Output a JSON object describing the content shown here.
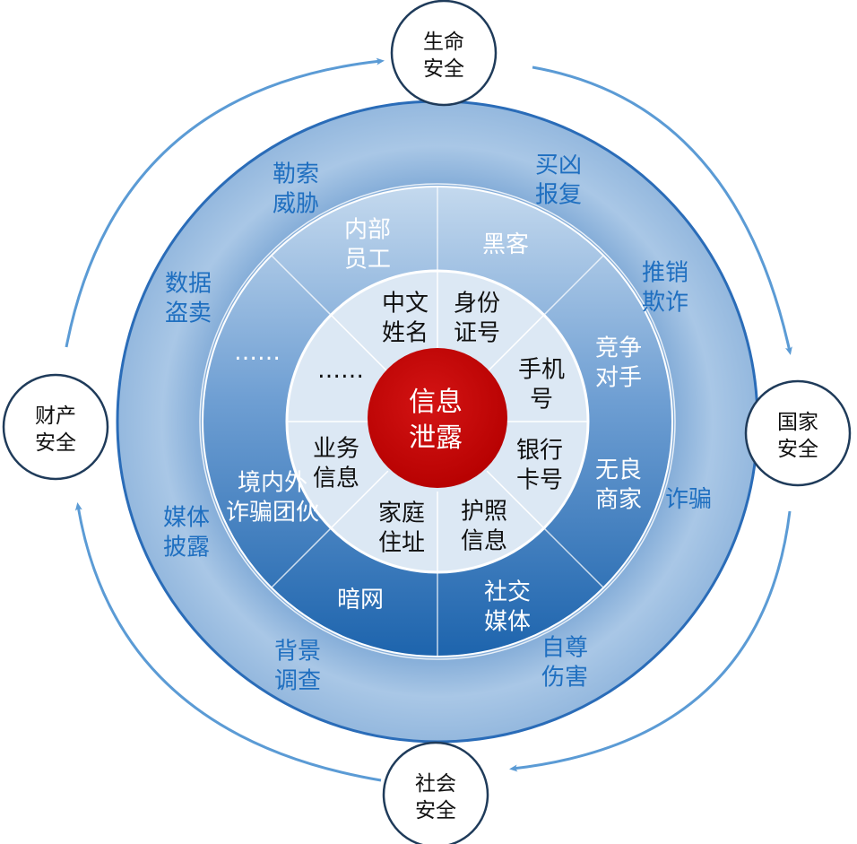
{
  "center": {
    "line1": "信息",
    "line2": "泄露"
  },
  "ring1": [
    {
      "line1": "中文",
      "line2": "姓名"
    },
    {
      "line1": "身份",
      "line2": "证号"
    },
    {
      "line1": "手机",
      "line2": "号"
    },
    {
      "line1": "银行",
      "line2": "卡号"
    },
    {
      "line1": "护照",
      "line2": "信息"
    },
    {
      "line1": "家庭",
      "line2": "住址"
    },
    {
      "line1": "业务",
      "line2": "信息"
    },
    {
      "line1": "……",
      "line2": ""
    }
  ],
  "ring2": [
    {
      "line1": "内部",
      "line2": "员工"
    },
    {
      "line1": "黑客",
      "line2": ""
    },
    {
      "line1": "竞争",
      "line2": "对手"
    },
    {
      "line1": "无良",
      "line2": "商家"
    },
    {
      "line1": "社交",
      "line2": "媒体"
    },
    {
      "line1": "暗网",
      "line2": ""
    },
    {
      "line1": "境内外",
      "line2": "诈骗团伙"
    },
    {
      "line1": "……",
      "line2": ""
    }
  ],
  "ring3": [
    {
      "line1": "勒索",
      "line2": "威胁"
    },
    {
      "line1": "买凶",
      "line2": "报复"
    },
    {
      "line1": "推销",
      "line2": "欺诈"
    },
    {
      "line1": "诈骗",
      "line2": ""
    },
    {
      "line1": "自尊",
      "line2": "伤害"
    },
    {
      "line1": "背景",
      "line2": "调查"
    },
    {
      "line1": "媒体",
      "line2": "披露"
    },
    {
      "line1": "数据",
      "line2": "盗卖"
    }
  ],
  "outer": [
    {
      "line1": "生命",
      "line2": "安全"
    },
    {
      "line1": "国家",
      "line2": "安全"
    },
    {
      "line1": "社会",
      "line2": "安全"
    },
    {
      "line1": "财产",
      "line2": "安全"
    }
  ],
  "colors": {
    "center": "#c00000",
    "ring1": "#dce8f4",
    "outer_text": "#1f6fc0",
    "node_border": "#1f3b5a",
    "arrow": "#5b9bd5"
  }
}
